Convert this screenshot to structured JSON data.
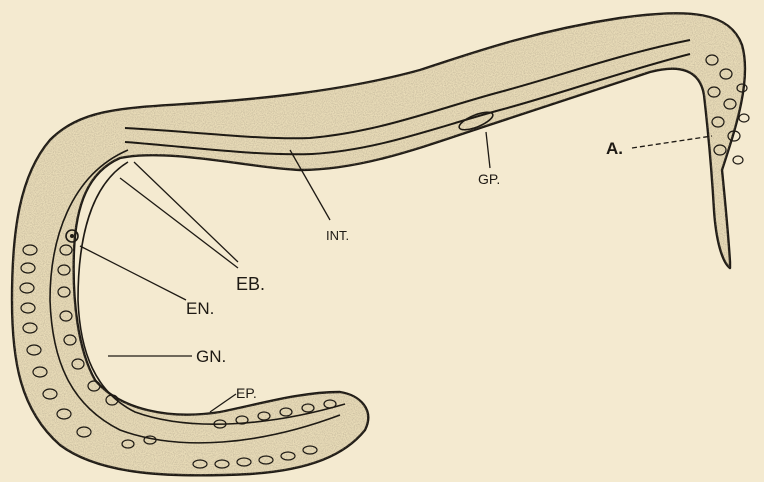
{
  "figure": {
    "colors": {
      "paper": "#f4ead0",
      "body_fill": "#e9dcb8",
      "ink": "#1e1a14",
      "stipple": "#5a4e3c"
    },
    "labels": {
      "anus": "A.",
      "genital_pore": "GP.",
      "intestine": "INT.",
      "excretory_bladder": "EB.",
      "excretory_nucleus": "EN.",
      "genital_nucleus": "GN.",
      "excretory_pore": "EP."
    }
  }
}
